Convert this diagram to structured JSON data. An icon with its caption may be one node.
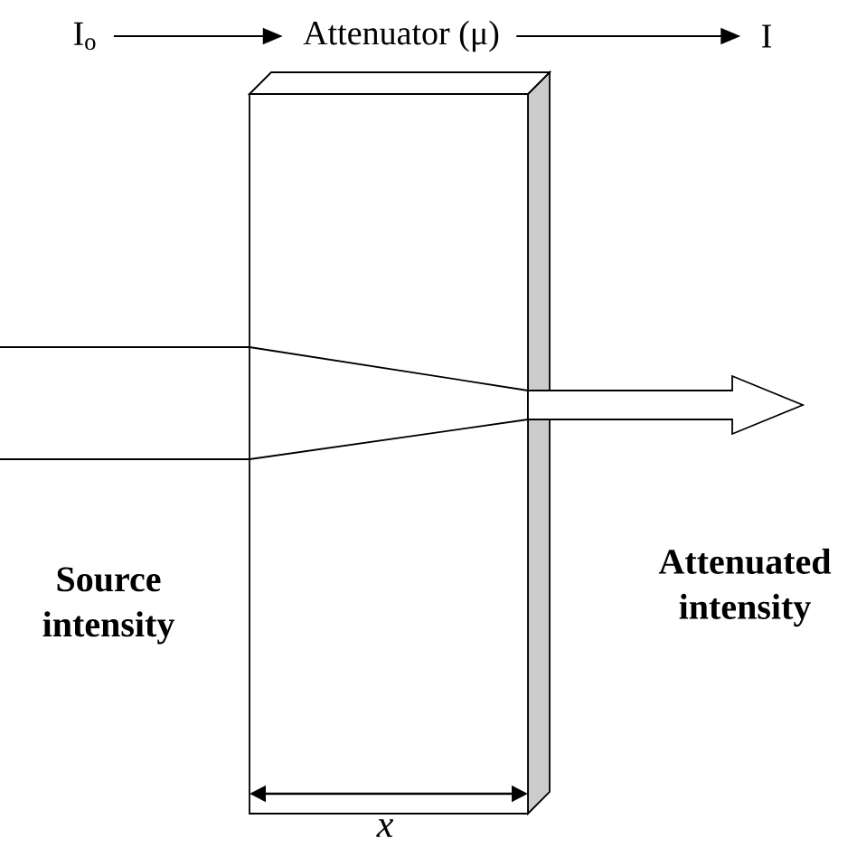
{
  "diagram": {
    "nodes": [
      {
        "text": [
          "I$_{o}$"
        ]
      },
      {
        "text": [
          "Attenuator (μ)"
        ]
      },
      {
        "text": [
          "I"
        ]
      }
    ],
    "edges": [
      {
        "from": 0,
        "to": 1,
        "arrow": "to"
      },
      {
        "from": 1,
        "to": 2,
        "arrow": "to"
      }
    ],
    "labels": [
      "Source intensity",
      "Attenuated intensity",
      "x"
    ]
  }
}
